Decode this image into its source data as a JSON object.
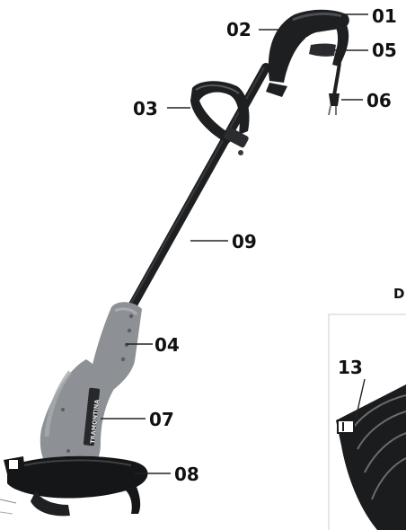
{
  "callouts": [
    {
      "id": "01",
      "label": "01"
    },
    {
      "id": "02",
      "label": "02"
    },
    {
      "id": "05",
      "label": "05"
    },
    {
      "id": "06",
      "label": "06"
    },
    {
      "id": "03",
      "label": "03"
    },
    {
      "id": "09",
      "label": "09"
    },
    {
      "id": "04",
      "label": "04"
    },
    {
      "id": "07",
      "label": "07"
    },
    {
      "id": "08",
      "label": "08"
    }
  ],
  "detail": {
    "letter": "D",
    "callout_label": "13"
  },
  "product_branding": "TRAMONTINA",
  "colors": {
    "housing_gray": "#8d9094",
    "handle_black": "#1e1f21",
    "guard_black": "#151617",
    "label_color": "#111111"
  }
}
